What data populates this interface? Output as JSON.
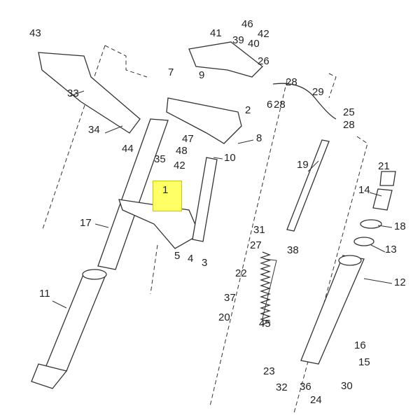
{
  "diagram": {
    "highlighted_part": "1",
    "highlight_color": "#ffff66",
    "callouts": [
      "1",
      "2",
      "3",
      "4",
      "5",
      "6",
      "7",
      "8",
      "9",
      "10",
      "11",
      "12",
      "13",
      "14",
      "15",
      "16",
      "17",
      "18",
      "19",
      "20",
      "21",
      "22",
      "23",
      "24",
      "25",
      "26",
      "27",
      "28",
      "28",
      "28",
      "28",
      "29",
      "30",
      "31",
      "32",
      "33",
      "34",
      "35",
      "36",
      "37",
      "38",
      "39",
      "40",
      "41",
      "42",
      "42",
      "43",
      "44",
      "45",
      "46",
      "47",
      "48"
    ]
  }
}
